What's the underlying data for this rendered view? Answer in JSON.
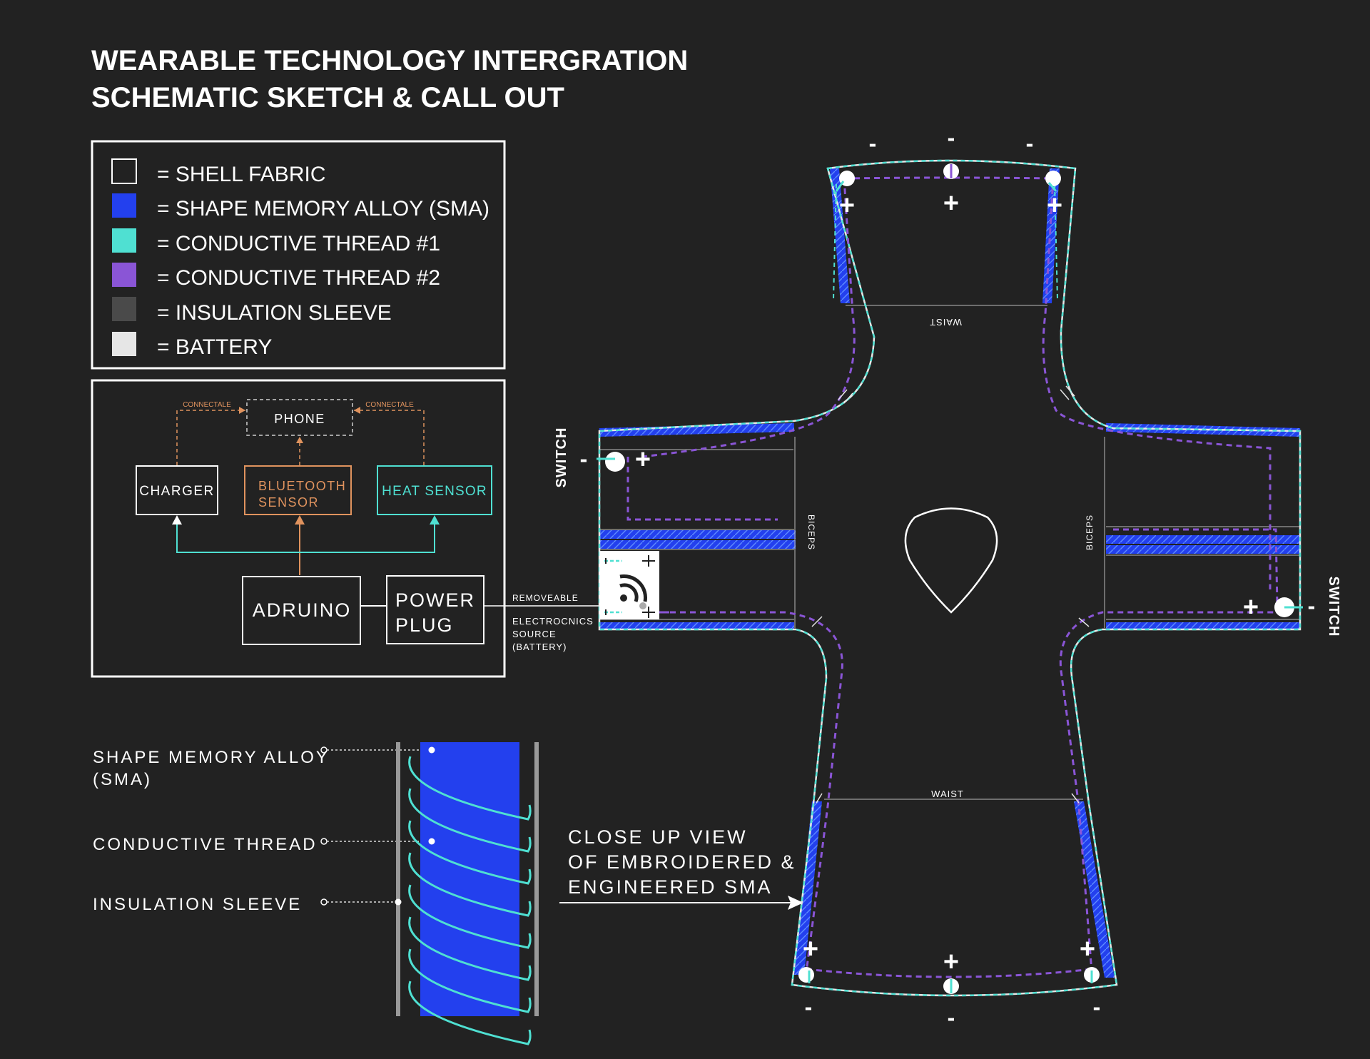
{
  "title": {
    "line1": "WEARABLE TECHNOLOGY INTERGRATION",
    "line2": "SCHEMATIC SKETCH & CALL OUT"
  },
  "legend": {
    "items": [
      {
        "label": "= SHELL FABRIC",
        "color": "#222222",
        "swatch": "shell-fabric-swatch"
      },
      {
        "label": "= SHAPE MEMORY ALLOY (SMA)",
        "color": "#2340ee",
        "swatch": "sma-swatch"
      },
      {
        "label": "= CONDUCTIVE THREAD #1",
        "color": "#4fe0d2",
        "swatch": "conductive-thread-1-swatch"
      },
      {
        "label": "= CONDUCTIVE THREAD #2",
        "color": "#8a55d6",
        "swatch": "conductive-thread-2-swatch"
      },
      {
        "label": "= INSULATION SLEEVE",
        "color": "#4a4a4a",
        "swatch": "insulation-sleeve-swatch"
      },
      {
        "label": "= BATTERY",
        "color": "#e6e6e6",
        "swatch": "battery-swatch"
      }
    ]
  },
  "block_diagram": {
    "phone": "PHONE",
    "connectable_left": "CONNECTALE",
    "connectable_right": "CONNECTALE",
    "charger": "CHARGER",
    "bluetooth_line1": "BLUETOOTH",
    "bluetooth_line2": "SENSOR",
    "heat_sensor": "HEAT SENSOR",
    "adruino": "ADRUINO",
    "power_line1": "POWER",
    "power_line2": "PLUG",
    "colors": {
      "orange": "#e0935e",
      "teal": "#4fe0d2"
    }
  },
  "battery_note": {
    "removeable": "REMOVEABLE",
    "line1": "ELECTROCNICS",
    "line2": "SOURCE",
    "line3": "(BATTERY)"
  },
  "closeup": {
    "sma_line1": "SHAPE MEMORY ALLOY",
    "sma_line2": "(SMA)",
    "conductive": "CONDUCTIVE THREAD",
    "insulation": "INSULATION SLEEVE",
    "caption_line1": "CLOSE UP VIEW",
    "caption_line2": "OF EMBROIDERED &",
    "caption_line3": "ENGINEERED SMA"
  },
  "garment": {
    "waist_top": "WAIST",
    "waist_bottom": "WAIST",
    "biceps_left": "BICEPS",
    "biceps_right": "BICEPS",
    "switch_left": "SWITCH",
    "switch_right": "SWITCH",
    "plus": "+",
    "minus": "-"
  }
}
